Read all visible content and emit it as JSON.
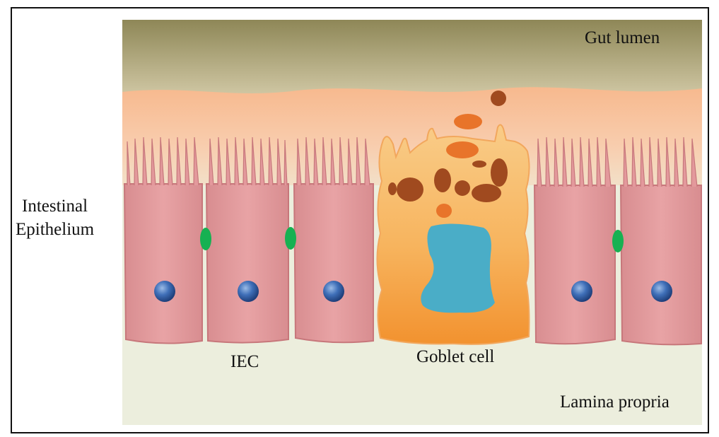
{
  "labels": {
    "gut_lumen": "Gut lumen",
    "intestinal_epithelium_line1": "Intestinal",
    "intestinal_epithelium_line2": "Epithelium",
    "iec": "IEC",
    "goblet_cell": "Goblet cell",
    "lamina_propria": "Lamina propria"
  },
  "colors": {
    "lumen_top": "#8e8757",
    "lumen_bottom": "#d8cfad",
    "mucus": "#f8c8a4",
    "lamina": "#eceedd",
    "iec_cell": "#e3999c",
    "iec_edge": "#c7777b",
    "nucleus": "#3e6db4",
    "tight_junction": "#16b152",
    "goblet_top": "#f8c77f",
    "goblet_bottom": "#f3963a",
    "goblet_nucleus": "#4aadc7",
    "granule_dark": "#a04a1f",
    "granule_orange": "#e8742a",
    "border": "#111111"
  }
}
